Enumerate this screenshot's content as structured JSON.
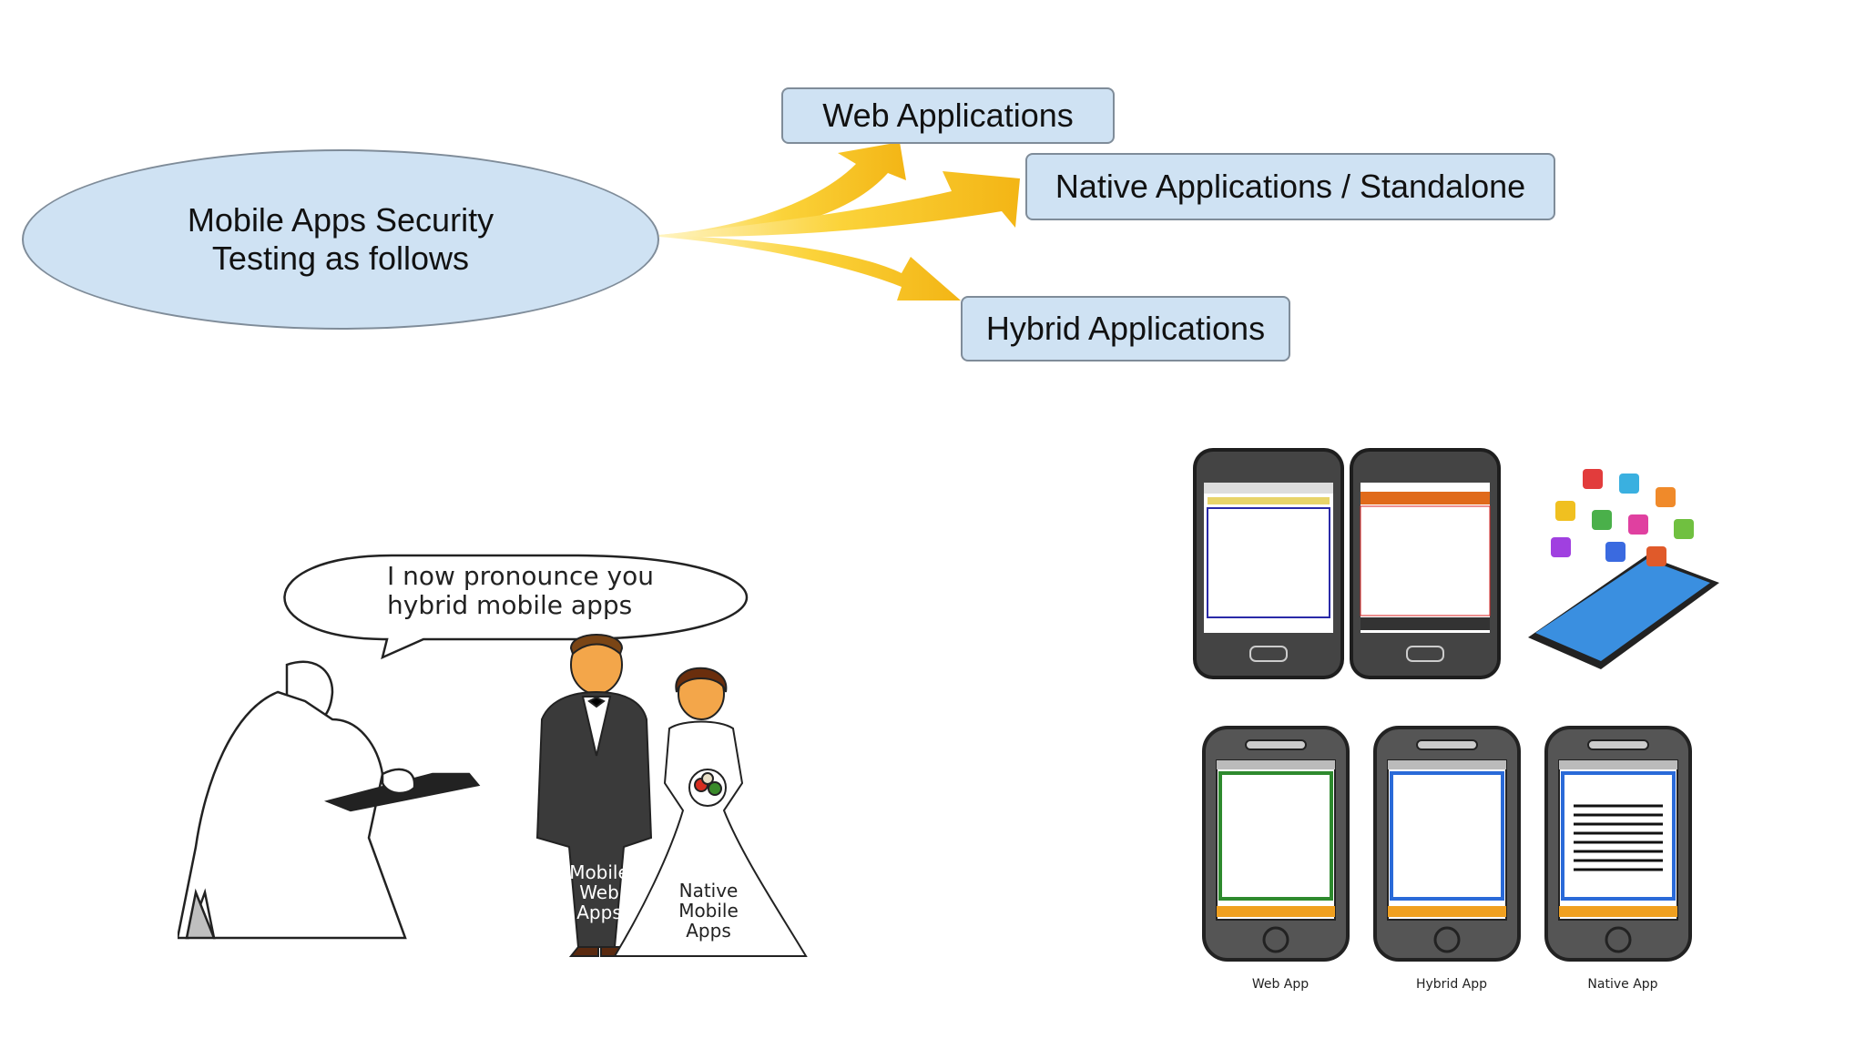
{
  "ellipse": {
    "text": "Mobile Apps Security\nTesting as follows"
  },
  "boxes": {
    "web": "Web Applications",
    "native": "Native Applications / Standalone",
    "hybrid": "Hybrid Applications"
  },
  "cartoon": {
    "speech": [
      "I now pronounce you",
      "hybrid mobile apps"
    ],
    "groom_label": [
      "Mobile",
      "Web",
      "Apps"
    ],
    "bride_label": [
      "Native",
      "Mobile",
      "Apps"
    ]
  },
  "phones": {
    "labels": [
      "Web App",
      "Hybrid App",
      "Native App"
    ]
  },
  "colors": {
    "shape_fill": "#cfe2f3",
    "arrow": "#f7c51e"
  }
}
